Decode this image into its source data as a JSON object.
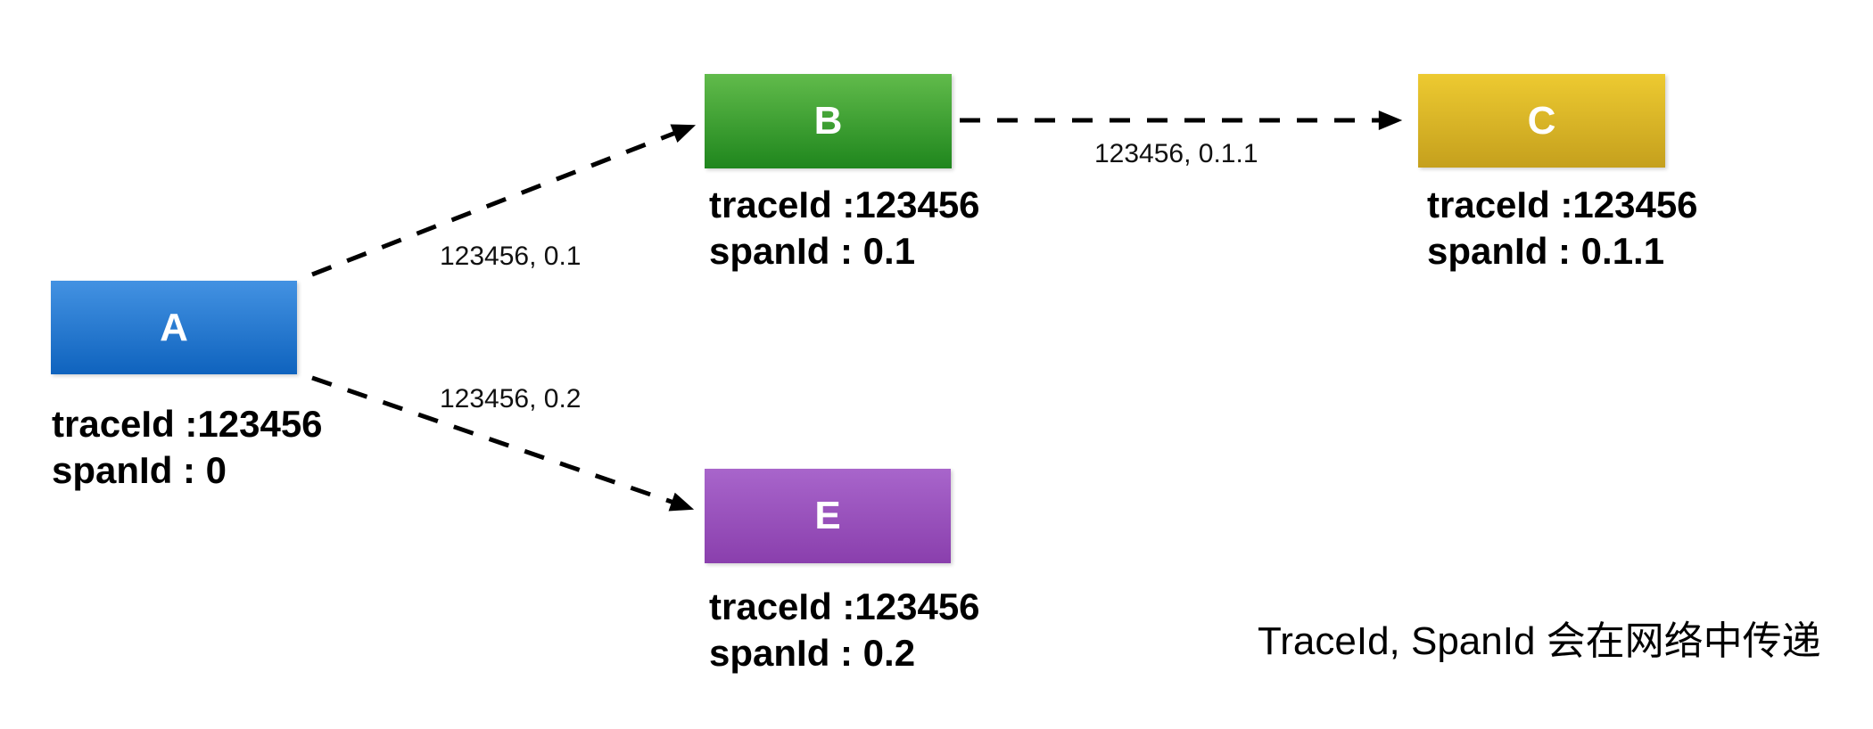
{
  "diagram": {
    "type": "trace-propagation-flow",
    "nodes": [
      {
        "id": "A",
        "label": "A",
        "trace_line": "traceId :123456",
        "span_line": "spanId : 0",
        "colors": {
          "top": "#4392e2",
          "bottom": "#0f63be"
        }
      },
      {
        "id": "B",
        "label": "B",
        "trace_line": "traceId :123456",
        "span_line": "spanId : 0.1",
        "colors": {
          "top": "#61bb4b",
          "bottom": "#1f861d"
        }
      },
      {
        "id": "C",
        "label": "C",
        "trace_line": "traceId :123456",
        "span_line": "spanId : 0.1.1",
        "colors": {
          "top": "#edca31",
          "bottom": "#c5a01d"
        }
      },
      {
        "id": "E",
        "label": "E",
        "trace_line": "traceId :123456",
        "span_line": "spanId : 0.2",
        "colors": {
          "top": "#a865cb",
          "bottom": "#8a3fad"
        }
      }
    ],
    "edges": [
      {
        "from": "A",
        "to": "B",
        "label": "123456, 0.1"
      },
      {
        "from": "B",
        "to": "C",
        "label": "123456, 0.1.1"
      },
      {
        "from": "A",
        "to": "E",
        "label": "123456, 0.2"
      }
    ],
    "arrow_color": "#000000",
    "caption": "TraceId, SpanId 会在网络中传递"
  }
}
